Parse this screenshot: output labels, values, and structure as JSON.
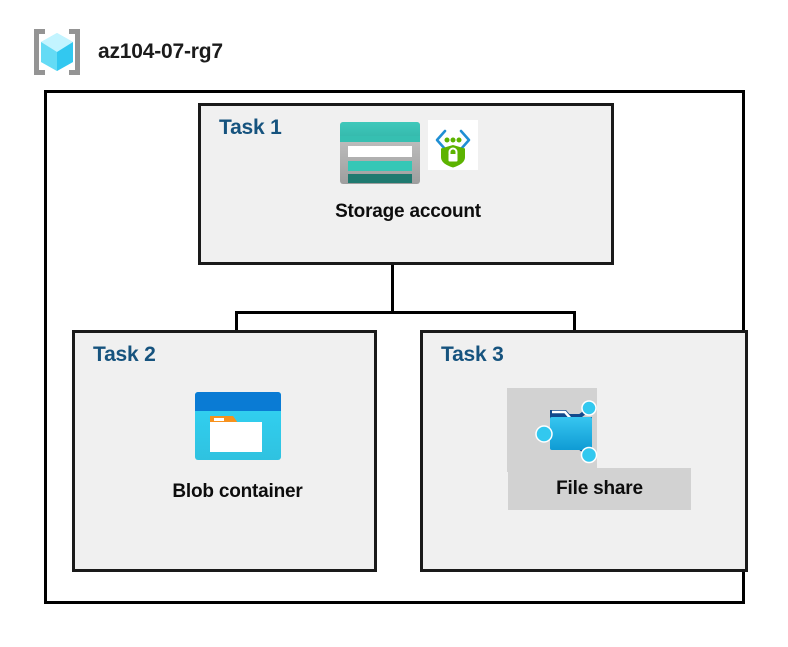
{
  "diagram": {
    "resource_group": {
      "name": "az104-07-rg7",
      "icon": "resource-group-cube-icon"
    },
    "tasks": [
      {
        "id": "task-1",
        "label": "Task 1",
        "node": {
          "caption": "Storage account",
          "icons": [
            "storage-account-icon",
            "secure-endpoint-shield-icon"
          ]
        }
      },
      {
        "id": "task-2",
        "label": "Task 2",
        "node": {
          "caption": "Blob container",
          "icons": [
            "blob-container-icon"
          ]
        }
      },
      {
        "id": "task-3",
        "label": "Task 3",
        "node": {
          "caption": "File share",
          "icons": [
            "file-share-folder-icon"
          ],
          "selected": true
        }
      }
    ],
    "connections": [
      {
        "from": "Storage account",
        "to": "Blob container"
      },
      {
        "from": "Storage account",
        "to": "File share"
      }
    ],
    "colors": {
      "task_label": "#16537e",
      "task_box_fill": "#f0f0f0",
      "border": "#000000",
      "selection_highlight": "#d2d2d2",
      "storage_teal": "#36bfb1",
      "storage_teal_dark": "#1f7a70",
      "blob_blue": "#0078d4",
      "blob_cyan": "#32c8ef",
      "blob_orange": "#f7921e",
      "shield_green": "#5cb300",
      "bracket_gray": "#949494",
      "cube_cyan": "#50e6ff"
    }
  }
}
